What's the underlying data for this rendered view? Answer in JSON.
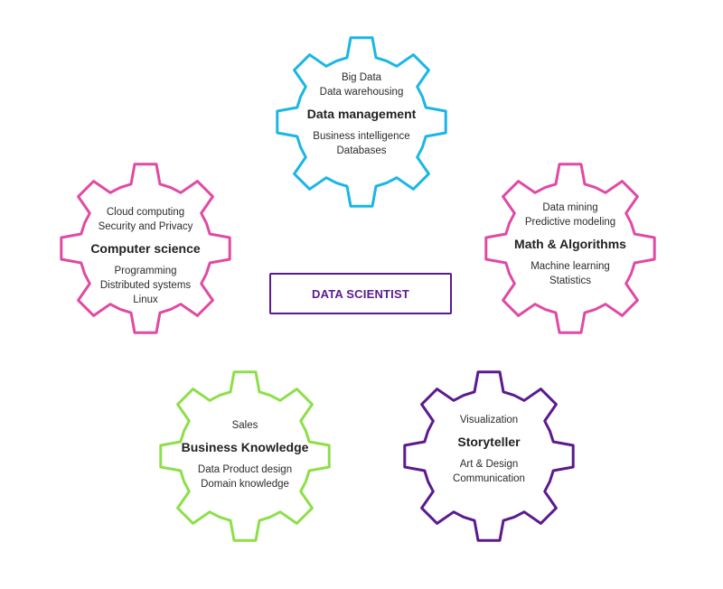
{
  "center_label": "DATA SCIENTIST",
  "gears": [
    {
      "id": "data-management",
      "color": "#1ab6e6",
      "title": "Data management",
      "top": [
        "Big Data",
        "Data warehousing"
      ],
      "bottom": [
        "Business intelligence",
        "Databases"
      ]
    },
    {
      "id": "computer-science",
      "color": "#e04aa5",
      "title": "Computer science",
      "top": [
        "Cloud computing",
        "Security and Privacy"
      ],
      "bottom": [
        "Programming",
        "Distributed systems",
        "Linux"
      ]
    },
    {
      "id": "math-algorithms",
      "color": "#e04aa5",
      "title": "Math & Algorithms",
      "top": [
        "Data mining",
        "Predictive modeling"
      ],
      "bottom": [
        "Machine learning",
        "Statistics"
      ]
    },
    {
      "id": "business-knowledge",
      "color": "#8ddf4a",
      "title": "Business Knowledge",
      "top": [
        "Sales"
      ],
      "bottom": [
        "Data Product design",
        "Domain knowledge"
      ]
    },
    {
      "id": "storyteller",
      "color": "#5b1a8e",
      "title": "Storyteller",
      "top": [
        "Visualization"
      ],
      "bottom": [
        "Art & Design",
        "Communication"
      ]
    }
  ]
}
